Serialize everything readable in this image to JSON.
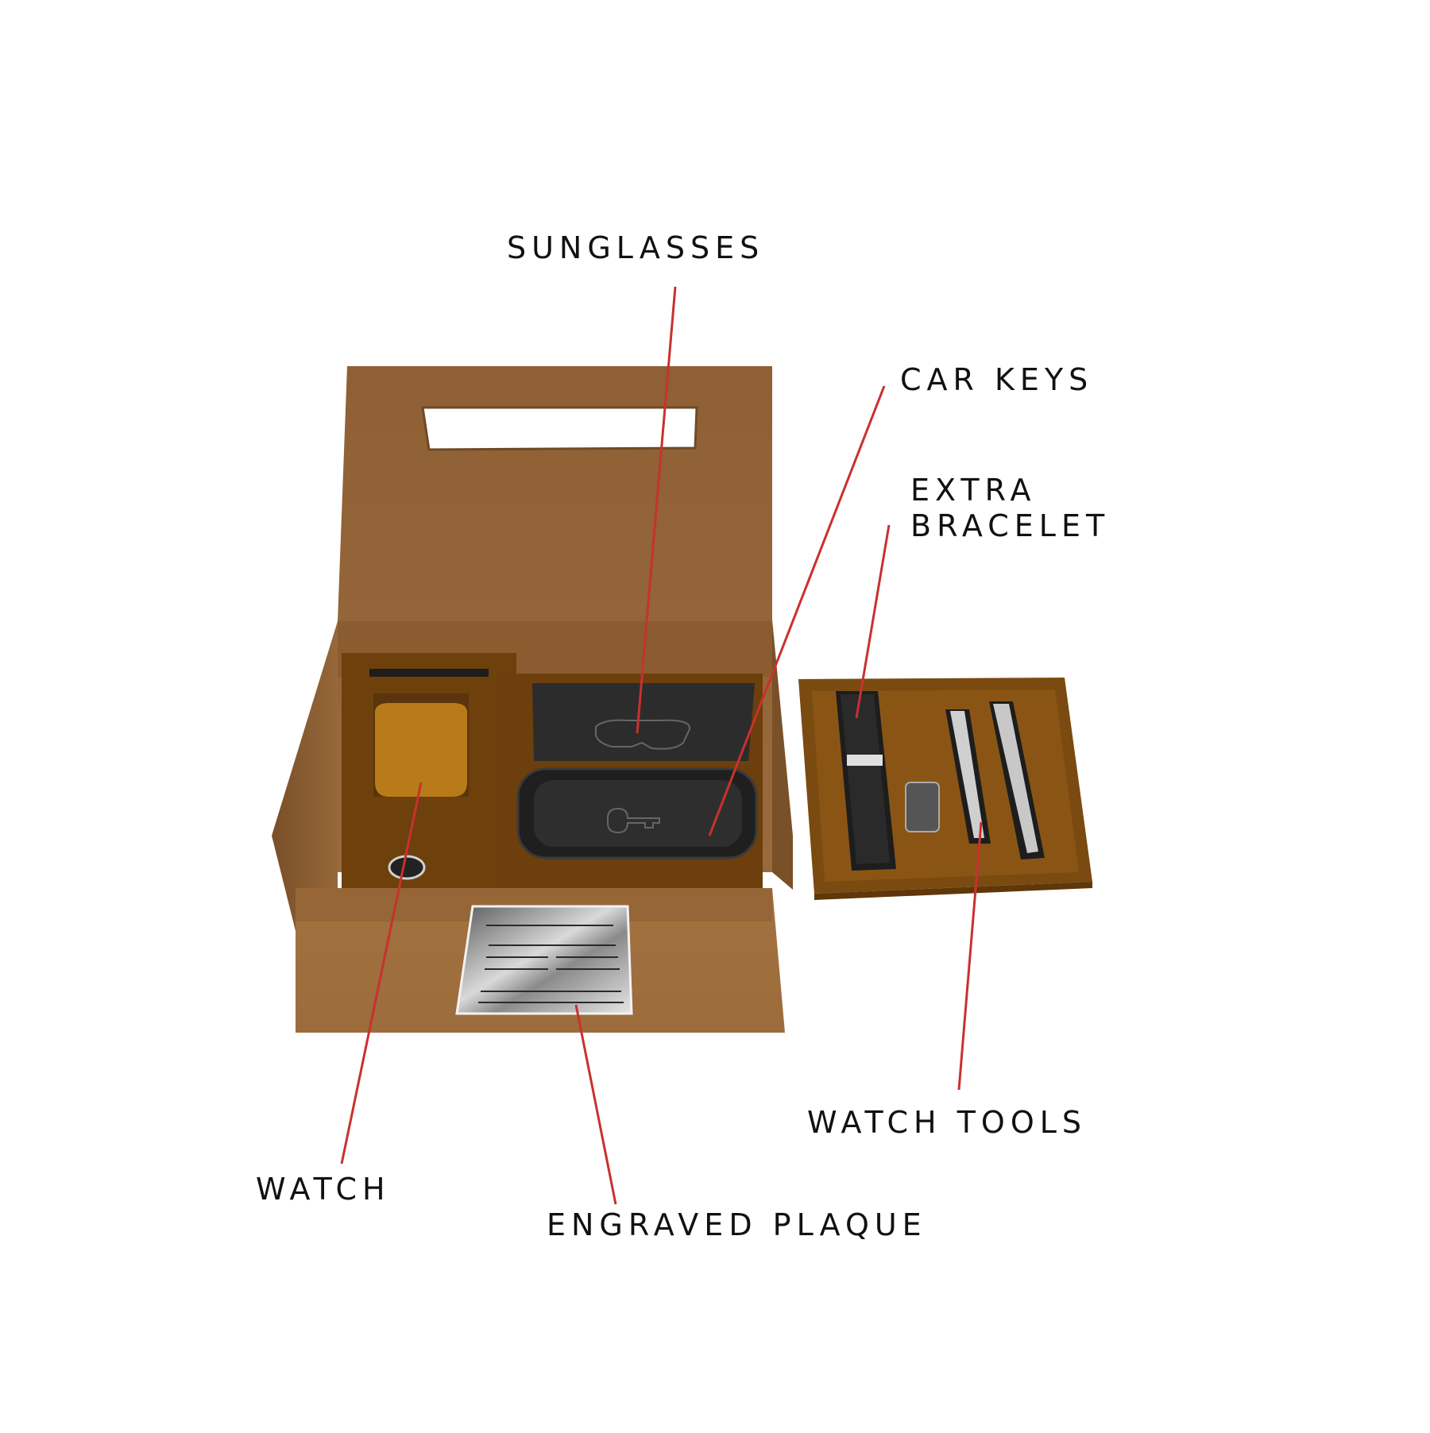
{
  "colors": {
    "leader_line": "#c8312f",
    "label_text": "#111111",
    "box_outer": "#8f6236",
    "box_lid": "#8c5f34",
    "tray_amber": "#7a4b10",
    "foam_black": "#2a2a2a",
    "plaque_silver": "#b9b9b9"
  },
  "labels": {
    "sunglasses": "SUNGLASSES",
    "car_keys": "CAR KEYS",
    "extra_bracelet": [
      "EXTRA",
      "BRACELET"
    ],
    "watch_tools": "WATCH TOOLS",
    "watch": "WATCH",
    "engraved_plaque": "ENGRAVED PLAQUE"
  }
}
